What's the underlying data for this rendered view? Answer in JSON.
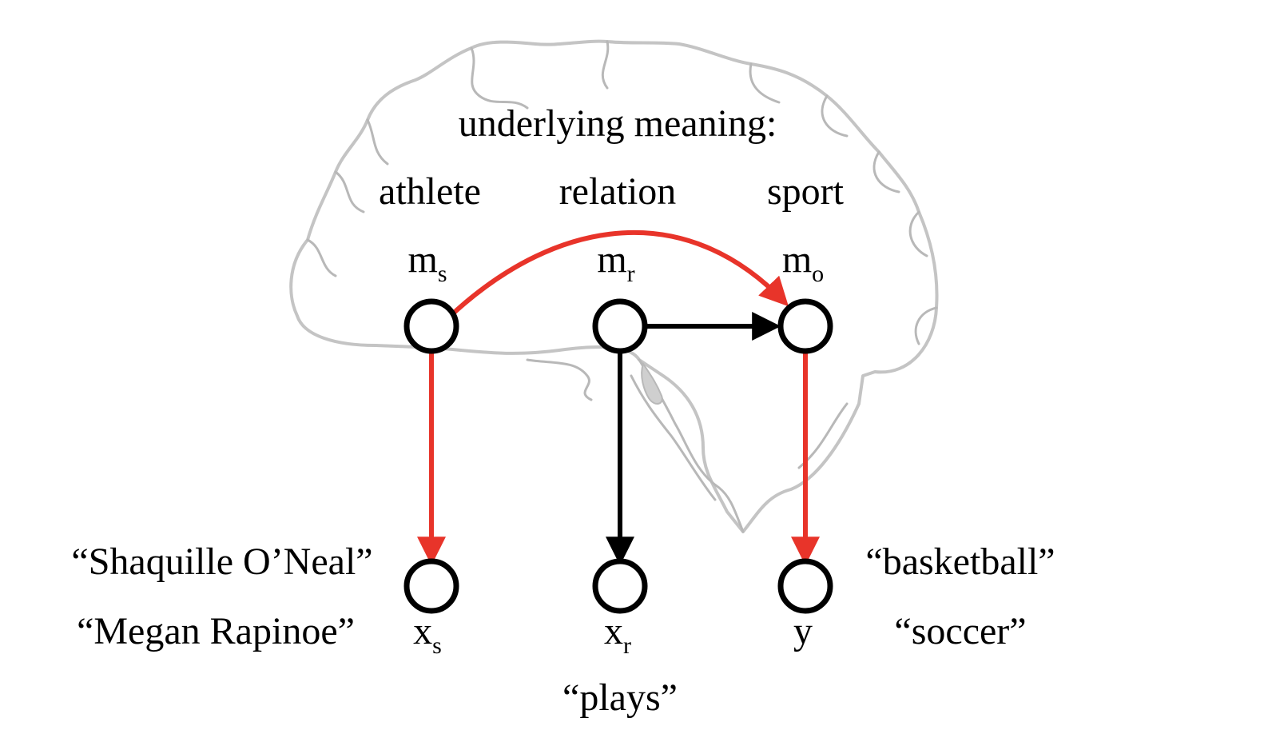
{
  "heading": "underlying meaning:",
  "columns": {
    "athlete": "athlete",
    "relation": "relation",
    "sport": "sport"
  },
  "nodes": {
    "ms": {
      "base": "m",
      "sub": "s"
    },
    "mr": {
      "base": "m",
      "sub": "r"
    },
    "mo": {
      "base": "m",
      "sub": "o"
    },
    "xs": {
      "base": "x",
      "sub": "s"
    },
    "xr": {
      "base": "x",
      "sub": "r"
    },
    "y": {
      "base": "y"
    }
  },
  "examples": {
    "athlete_1": "“Shaquille O’Neal”",
    "athlete_2": "“Megan Rapinoe”",
    "relation": "“plays”",
    "sport_1": "“basketball”",
    "sport_2": "“soccer”"
  },
  "colors": {
    "highlight_edge": "#e8342a",
    "edge": "#000000",
    "brain_outline": "#c4c4c4"
  }
}
